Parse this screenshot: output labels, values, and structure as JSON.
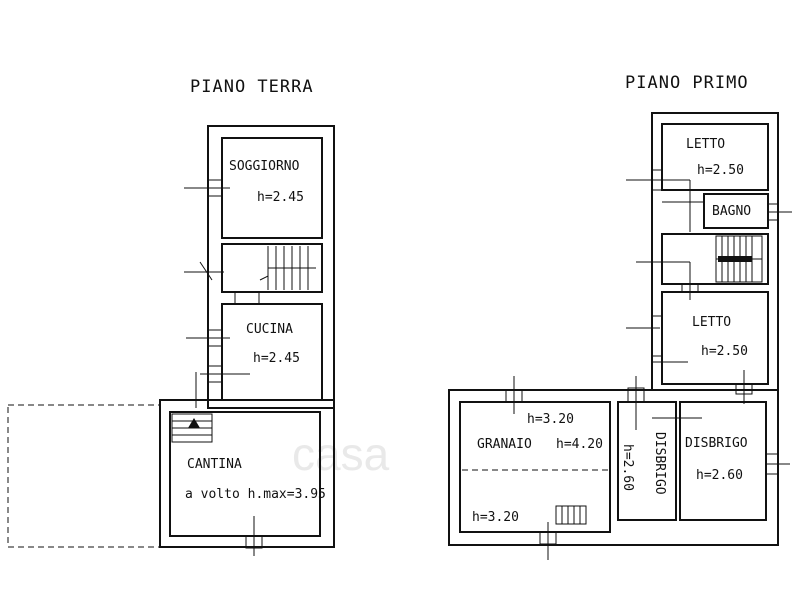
{
  "titles": {
    "ground": "PIANO TERRA",
    "first": "PIANO PRIMO"
  },
  "ground_floor": {
    "soggiorno": {
      "name": "SOGGIORNO",
      "height": "h=2.45"
    },
    "cucina": {
      "name": "CUCINA",
      "height": "h=2.45"
    },
    "cantina": {
      "name": "CANTINA",
      "height": "a volto h.max=3.95"
    }
  },
  "first_floor": {
    "letto_top": {
      "name": "LETTO",
      "height": "h=2.50"
    },
    "bagno": {
      "name": "BAGNO"
    },
    "letto_mid": {
      "name": "LETTO",
      "height": "h=2.50"
    },
    "granaio": {
      "name": "GRANAIO",
      "height_top": "h=3.20",
      "height_mid": "h=4.20",
      "height_bottom": "h=3.20"
    },
    "disbrigo_v": {
      "name": "DISBRIGO",
      "height": "h=2.60"
    },
    "disbrigo_h": {
      "name": "DISBRIGO",
      "height": "h=2.60"
    }
  },
  "watermark": "casa"
}
